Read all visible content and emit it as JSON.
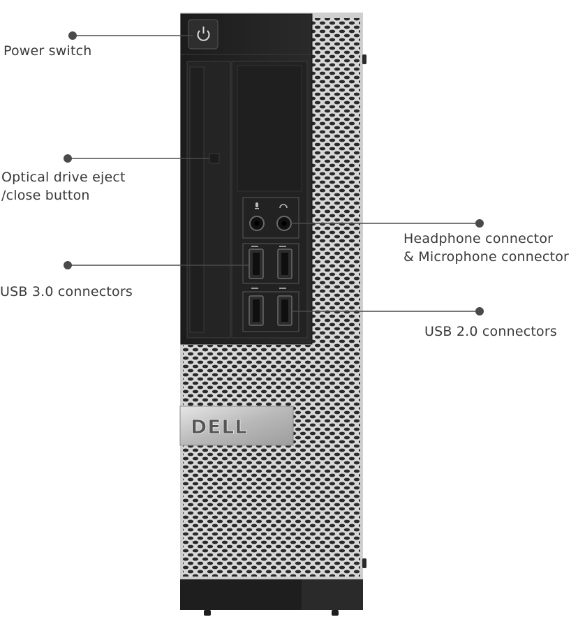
{
  "callouts": {
    "power_switch": "Power switch",
    "optical_eject_line1": "Optical drive eject",
    "optical_eject_line2": "/close button",
    "usb3": "USB 3.0 connectors",
    "audio_line1": "Headphone connector",
    "audio_line2": "& Microphone connector",
    "usb2": "USB 2.0 connectors"
  },
  "brand": {
    "logo_text": "DELL"
  },
  "icons": [
    "power-icon",
    "microphone-icon",
    "headphone-icon",
    "usb-icon"
  ],
  "colors": {
    "callout_line": "#4a4a4a",
    "callout_dot": "#4a4a4a",
    "panel": "#232323",
    "chassis": "#cfcfcf"
  }
}
